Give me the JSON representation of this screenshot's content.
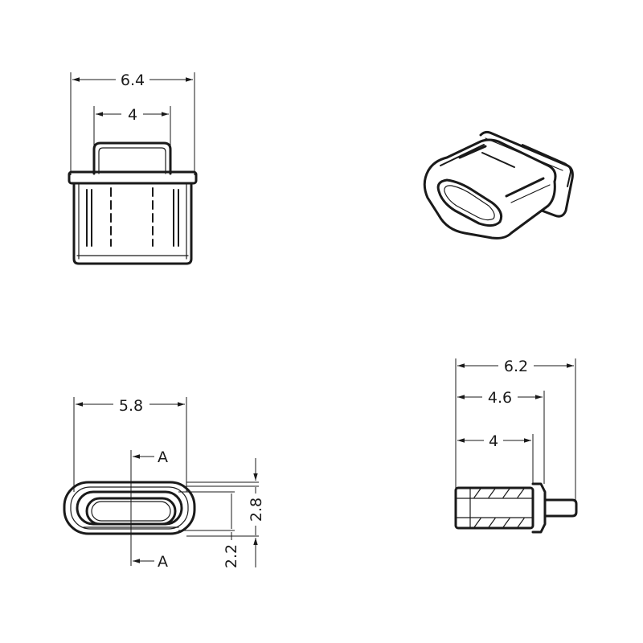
{
  "drawing": {
    "front_view": {
      "width_overall": "6.4",
      "width_inner": "4"
    },
    "bottom_view": {
      "width": "5.8",
      "section_top": "A",
      "section_bottom": "A",
      "height_outer": "2.8",
      "height_inner": "2.2"
    },
    "side_view": {
      "length_overall": "6.2",
      "length_mid": "4.6",
      "length_inner": "4"
    }
  },
  "colors": {
    "line": "#1a1a1a",
    "background": "#ffffff"
  }
}
